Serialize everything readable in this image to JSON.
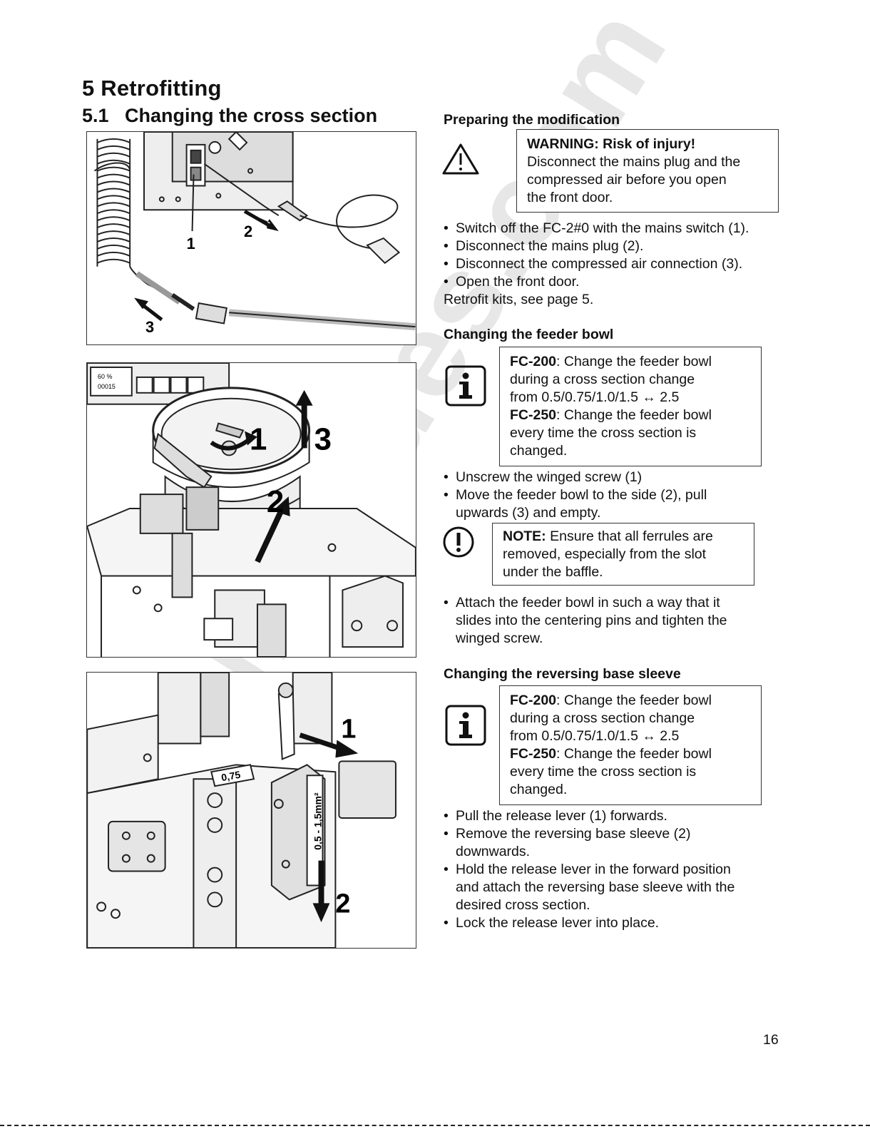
{
  "heading": {
    "chapter": "5  Retrofitting",
    "section_num": "5.1",
    "section_title": "Changing the cross section"
  },
  "figures": {
    "fig1": {
      "callouts": [
        "1",
        "2",
        "3"
      ]
    },
    "fig2": {
      "callouts": [
        "1",
        "2",
        "3"
      ],
      "display_text": [
        "60 %",
        "00015"
      ]
    },
    "fig3": {
      "callouts": [
        "1",
        "2"
      ],
      "labels": [
        "0,75",
        "0,5 - 1,5mm²"
      ]
    }
  },
  "prep": {
    "title": "Preparing the modification",
    "warning": {
      "title": "WARNING: Risk of injury!",
      "lines": [
        "Disconnect the mains plug and the",
        "compressed air before you open",
        "the front door."
      ]
    },
    "bullets": [
      "Switch off the FC-2#0 with the mains switch (1).",
      "Disconnect the mains plug (2).",
      "Disconnect the compressed air connection (3).",
      "Open the front door."
    ],
    "note": "Retrofit kits, see page 5."
  },
  "feeder": {
    "title": "Changing the feeder bowl",
    "info": {
      "fc200_label": "FC-200",
      "fc200_line1": ": Change the feeder bowl",
      "fc200_line2": "during a cross section change",
      "fc200_line3": "from 0.5/0.75/1.0/1.5 ↔ 2.5",
      "fc250_label": "FC-250",
      "fc250_line1": ": Change the feeder bowl",
      "fc250_line2": "every time the cross section is",
      "fc250_line3": "changed."
    },
    "bullets": [
      "Unscrew the winged screw (1)",
      "Move the feeder bowl to the side (2), pull",
      "upwards (3) and empty."
    ],
    "note": {
      "label": "NOTE:",
      "line1": " Ensure that all ferrules are",
      "line2": "removed, especially from the slot",
      "line3": "under the baffle."
    },
    "bullets2": [
      "Attach the feeder bowl in such a way that it",
      "slides into the centering pins and tighten the",
      "winged screw."
    ]
  },
  "sleeve": {
    "title": "Changing the reversing base sleeve",
    "info": {
      "fc200_label": "FC-200",
      "fc200_line1": ": Change the feeder bowl",
      "fc200_line2": "during a cross section change",
      "fc200_line3": "from 0.5/0.75/1.0/1.5 ↔ 2.5",
      "fc250_label": "FC-250",
      "fc250_line1": ": Change the feeder bowl",
      "fc250_line2": "every time the cross section is",
      "fc250_line3": "changed."
    },
    "bullets": [
      "Pull the release lever (1) forwards.",
      "Remove the reversing base sleeve (2)",
      "downwards.",
      "Hold the release lever in the forward position",
      "and attach the reversing base sleeve with the",
      "desired cross section.",
      "Lock the release lever into place."
    ]
  },
  "watermark": "allguides.com",
  "page_number": "16"
}
